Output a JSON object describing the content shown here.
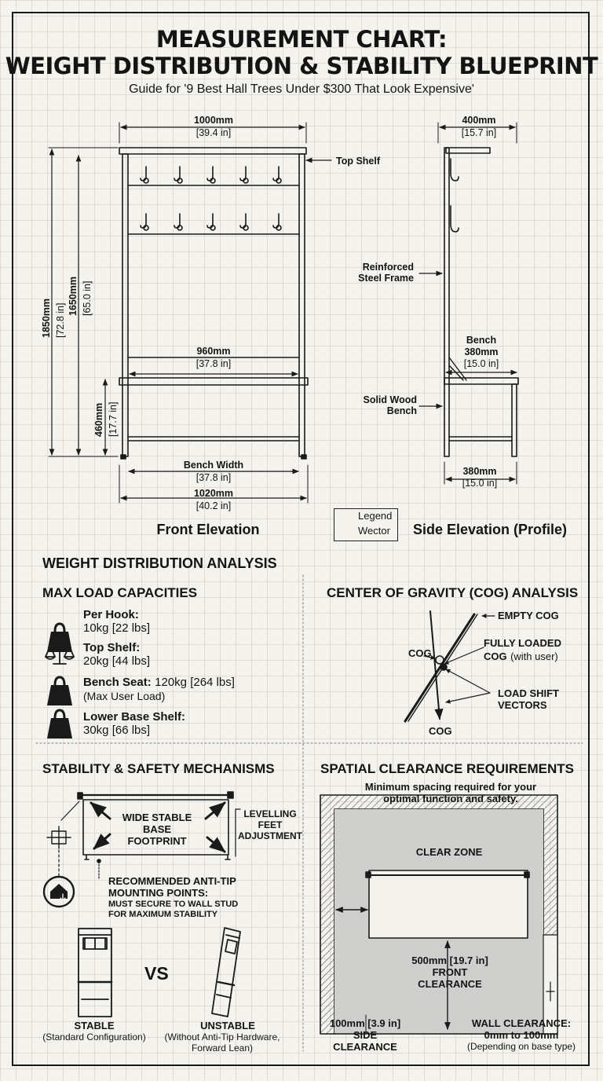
{
  "header": {
    "title_line1": "MEASUREMENT CHART:",
    "title_line2": "WEIGHT DISTRIBUTION & STABILITY BLUEPRINT",
    "subtitle": "Guide for '9 Best Hall Trees Under $300 That Look Expensive'"
  },
  "front": {
    "width_top": "1000mm",
    "width_top_in": "[39.4 in]",
    "height_total": "1850mm",
    "height_total_in": "[72.8 in]",
    "height_shelf": "1650mm",
    "height_shelf_in": "[65.0 in]",
    "height_bench": "460mm",
    "height_bench_in": "[17.7 in]",
    "inner_width": "960mm",
    "inner_width_in": "[37.8 in]",
    "bench_width": "Bench Width",
    "bench_width_in": "[37.8 in]",
    "base_width": "1020mm",
    "base_width_in": "[40.2 in]",
    "label_top_shelf": "Top Shelf",
    "view_title": "Front Elevation"
  },
  "side": {
    "depth_top": "400mm",
    "depth_top_in": "[15.7 in]",
    "label_frame_1": "Reinforced",
    "label_frame_2": "Steel Frame",
    "label_bench": "Bench",
    "bench_depth": "380mm",
    "bench_depth_in": "[15.0 in]",
    "label_wood_1": "Solid Wood",
    "label_wood_2": "Bench",
    "base_depth": "380mm",
    "base_depth_in": "[15.0 in]",
    "view_title": "Side Elevation (Profile)"
  },
  "legend": {
    "item1": "Legend",
    "item2": "Wector"
  },
  "weight": {
    "section_title": "WEIGHT DISTRIBUTION ANALYSIS",
    "loads_title": "MAX LOAD CAPACITIES",
    "loads": [
      {
        "name": "Per Hook:",
        "value": "10kg [22 lbs]",
        "note": "",
        "icon": "weight-icon"
      },
      {
        "name": "Top Shelf:",
        "value": "20kg [44 lbs]",
        "note": "",
        "icon": "balance-scale-icon"
      },
      {
        "name": "Bench Seat:",
        "value": "120kg [264 lbs]",
        "note": "(Max User Load)",
        "icon": "weight-icon"
      },
      {
        "name": "Lower Base Shelf:",
        "value": "30kg [66 lbs]",
        "note": "",
        "icon": "weight-icon"
      }
    ],
    "cog_title": "CENTER OF GRAVITY (COG) ANALYSIS",
    "cog_label": "COG",
    "cog_bottom": "COG",
    "empty_cog": "EMPTY COG",
    "loaded_cog_1": "FULLY LOADED",
    "loaded_cog_2a": "COG",
    "loaded_cog_2b": "(with user)",
    "shift_1": "LOAD SHIFT",
    "shift_2": "VECTORS"
  },
  "stability": {
    "title": "STABILITY & SAFETY MECHANISMS",
    "footprint_1": "WIDE STABLE",
    "footprint_2": "BASE",
    "footprint_3": "FOOTPRINT",
    "feet_1": "LEVELLING",
    "feet_2": "FEET",
    "feet_3": "ADJUSTMENT",
    "anchor_1": "RECOMMENDED ANTI-TIP",
    "anchor_2": "MOUNTING POINTS:",
    "anchor_3": "MUST SECURE TO WALL STUD",
    "anchor_4": "FOR MAXIMUM STABILITY",
    "vs": "VS",
    "stable": "STABLE",
    "stable_note": "(Standard Configuration)",
    "unstable": "UNSTABLE",
    "unstable_note_1": "(Without Anti-Tip Hardware,",
    "unstable_note_2": "Forward Lean)"
  },
  "clearance": {
    "title": "SPATIAL CLEARANCE REQUIREMENTS",
    "desc_1": "Minimum spacing required for your",
    "desc_2": "optimal function and safety.",
    "clear_zone": "CLEAR ZONE",
    "front_1": "500mm [19.7 in]",
    "front_2": "FRONT",
    "front_3": "CLEARANCE",
    "side_1": "100mm [3.9 in]",
    "side_2": "SIDE",
    "side_3": "CLEARANCE",
    "wall_1": "WALL CLEARANCE:",
    "wall_2": "0mm to 100mm",
    "wall_3": "(Depending on base type)"
  }
}
